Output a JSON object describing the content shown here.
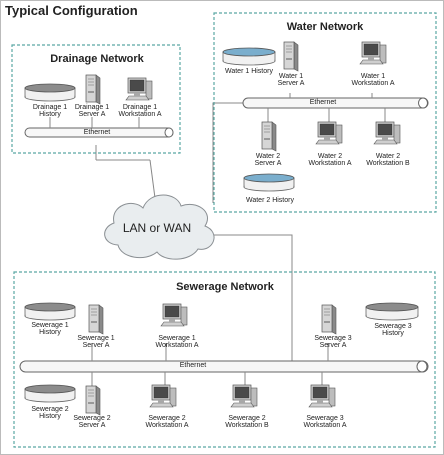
{
  "title": "Typical Configuration",
  "cloud_label": "LAN or WAN",
  "drainage": {
    "title": "Drainage Network",
    "ethernet": "Ethernet",
    "history": "Drainage 1\nHistory",
    "server": "Drainage 1\nServer A",
    "workstation": "Drainage 1\nWorkstation A"
  },
  "water": {
    "title": "Water Network",
    "ethernet": "Ethernet",
    "history1": "Water 1 History",
    "server1": "Water 1\nServer A",
    "workstation1": "Water 1\nWorkstation A",
    "server2": "Water 2\nServer A",
    "workstation2a": "Water 2\nWorkstation A",
    "workstation2b": "Water 2\nWorkstation B",
    "history2": "Water 2 History"
  },
  "sewerage": {
    "title": "Sewerage Network",
    "ethernet": "Ethernet",
    "history1": "Sewerage 1\nHistory",
    "server1": "Sewerage 1\nServer A",
    "workstation1": "Sewerage 1\nWorkstation A",
    "server3": "Sewerage 3\nServer A",
    "history3": "Sewerage 3\nHistory",
    "history2": "Sewerage 2\nHistory",
    "server2": "Sewerage 2\nServer A",
    "workstation2a": "Sewerage 2\nWorkstation A",
    "workstation2b": "Sewerage 2\nWorkstation B",
    "workstation3": "Sewerage 3\nWorkstation A"
  },
  "colors": {
    "border": "#5aa8a3",
    "water_disk": "#7aaecd",
    "gray_disk": "#8c8c8c",
    "line": "#777777"
  }
}
